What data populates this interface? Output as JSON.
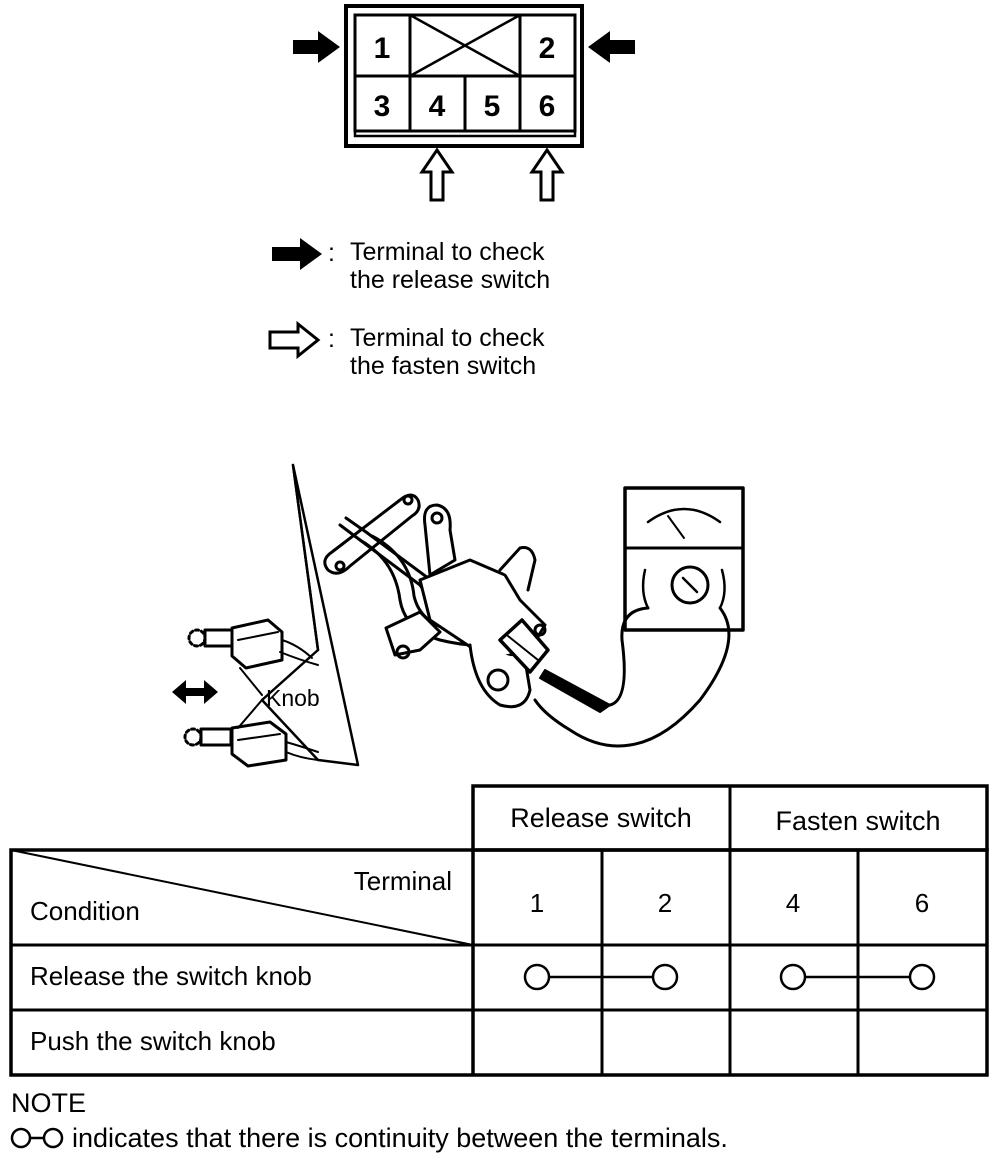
{
  "connector": {
    "terminals": [
      "1",
      "2",
      "3",
      "4",
      "5",
      "6"
    ]
  },
  "legend": {
    "release": [
      "Terminal to check",
      "the release switch"
    ],
    "fasten": [
      "Terminal to check",
      "the fasten switch"
    ],
    "separator": ":"
  },
  "illustration": {
    "knob_label": "Knob"
  },
  "table": {
    "groups": [
      "Release switch",
      "Fasten switch"
    ],
    "header_terminal": "Terminal",
    "header_condition": "Condition",
    "terminals": [
      "1",
      "2",
      "4",
      "6"
    ],
    "rows": [
      {
        "condition": "Release the switch knob",
        "continuity": [
          [
            "1",
            "2"
          ],
          [
            "4",
            "6"
          ]
        ]
      },
      {
        "condition": "Push the switch knob",
        "continuity": []
      }
    ]
  },
  "note": {
    "title": "NOTE",
    "text": "indicates that there is continuity between the terminals."
  }
}
